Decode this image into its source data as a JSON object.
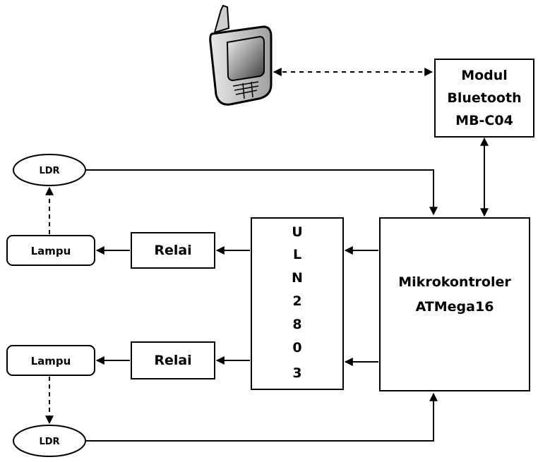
{
  "phone": {
    "icon": "mobile-phone-icon"
  },
  "bluetooth": {
    "line1": "Modul",
    "line2": "Bluetooth",
    "line3": "MB-C04"
  },
  "mcu": {
    "line1": "Mikrokontroler",
    "line2": "ATMega16"
  },
  "uln": {
    "chars": [
      "U",
      "L",
      "N",
      "2",
      "8",
      "0",
      "3"
    ]
  },
  "relay_top": {
    "label": "Relai"
  },
  "relay_bottom": {
    "label": "Relai"
  },
  "lamp_top": {
    "label": "Lampu"
  },
  "lamp_bottom": {
    "label": "Lampu"
  },
  "ldr_top": {
    "label": "LDR"
  },
  "ldr_bottom": {
    "label": "LDR"
  }
}
